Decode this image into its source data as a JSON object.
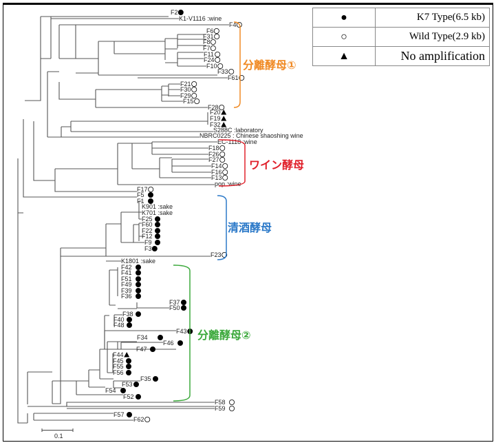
{
  "figure": {
    "type": "phylogenetic-tree",
    "scale_bar_label": "0.1"
  },
  "legend": [
    {
      "marker": "filled-circle",
      "symbol": "●",
      "label": "K7 Type(6.5 kb)"
    },
    {
      "marker": "open-circle",
      "symbol": "○",
      "label": "Wild Type(2.9 kb)"
    },
    {
      "marker": "filled-triangle",
      "symbol": "▲",
      "label": "No amplification"
    }
  ],
  "clades": [
    {
      "label": "分離酵母①",
      "color": "#f08a24"
    },
    {
      "label": "ワイン酵母",
      "color": "#e0202a"
    },
    {
      "label": "清酒酵母",
      "color": "#2a78c8"
    },
    {
      "label": "分離酵母②",
      "color": "#3aa83a"
    }
  ],
  "leaves": [
    {
      "name": "F2",
      "marker": "filled-circle"
    },
    {
      "name": "K1-V1116 :wine",
      "marker": ""
    },
    {
      "name": "F4",
      "marker": "open-circle"
    },
    {
      "name": "F6",
      "marker": "open-circle"
    },
    {
      "name": "F31",
      "marker": "open-circle"
    },
    {
      "name": "F8",
      "marker": "open-circle"
    },
    {
      "name": "F7",
      "marker": "open-circle"
    },
    {
      "name": "F11",
      "marker": "open-circle"
    },
    {
      "name": "F24",
      "marker": "open-circle"
    },
    {
      "name": "F10",
      "marker": "open-circle"
    },
    {
      "name": "F33",
      "marker": "open-circle"
    },
    {
      "name": "F61",
      "marker": "open-circle"
    },
    {
      "name": "F21",
      "marker": "open-circle"
    },
    {
      "name": "F30",
      "marker": "open-circle"
    },
    {
      "name": "F29",
      "marker": "open-circle"
    },
    {
      "name": "F15",
      "marker": "open-circle"
    },
    {
      "name": "F28",
      "marker": "open-circle"
    },
    {
      "name": "F20",
      "marker": "filled-triangle"
    },
    {
      "name": "F19",
      "marker": "filled-triangle"
    },
    {
      "name": "F32",
      "marker": "filled-triangle"
    },
    {
      "name": "S288C :laboratory",
      "marker": ""
    },
    {
      "name": "NBRC0225 : Chinese shaoshing wine",
      "marker": ""
    },
    {
      "name": "EC-1118 :wine",
      "marker": ""
    },
    {
      "name": "F18",
      "marker": "open-circle"
    },
    {
      "name": "F26",
      "marker": "open-circle"
    },
    {
      "name": "F27",
      "marker": "open-circle"
    },
    {
      "name": "F14",
      "marker": "open-circle"
    },
    {
      "name": "F16",
      "marker": "open-circle"
    },
    {
      "name": "F13",
      "marker": "open-circle"
    },
    {
      "name": "pop :wine",
      "marker": ""
    },
    {
      "name": "F17",
      "marker": "open-circle"
    },
    {
      "name": "F5",
      "marker": "filled-circle"
    },
    {
      "name": "F1",
      "marker": "filled-circle"
    },
    {
      "name": "K901 :sake",
      "marker": ""
    },
    {
      "name": "K701 :sake",
      "marker": ""
    },
    {
      "name": "F25",
      "marker": "filled-circle"
    },
    {
      "name": "F60",
      "marker": "filled-circle"
    },
    {
      "name": "F22",
      "marker": "filled-circle"
    },
    {
      "name": "F12",
      "marker": "filled-circle"
    },
    {
      "name": "F9",
      "marker": "filled-circle"
    },
    {
      "name": "F3",
      "marker": "filled-circle"
    },
    {
      "name": "F23",
      "marker": "open-circle"
    },
    {
      "name": "K1801 :sake",
      "marker": ""
    },
    {
      "name": "F42",
      "marker": "filled-circle"
    },
    {
      "name": "F41",
      "marker": "filled-circle"
    },
    {
      "name": "F51",
      "marker": "filled-circle"
    },
    {
      "name": "F49",
      "marker": "filled-circle"
    },
    {
      "name": "F39",
      "marker": "filled-circle"
    },
    {
      "name": "F36",
      "marker": "filled-circle"
    },
    {
      "name": "F37",
      "marker": "filled-circle"
    },
    {
      "name": "F50",
      "marker": "filled-circle"
    },
    {
      "name": "F38",
      "marker": "filled-circle"
    },
    {
      "name": "F40",
      "marker": "filled-circle"
    },
    {
      "name": "F48",
      "marker": "filled-circle"
    },
    {
      "name": "F43",
      "marker": "filled-circle"
    },
    {
      "name": "F34",
      "marker": "filled-circle"
    },
    {
      "name": "F46",
      "marker": "filled-circle"
    },
    {
      "name": "F47",
      "marker": "filled-circle"
    },
    {
      "name": "F44",
      "marker": "filled-triangle"
    },
    {
      "name": "F45",
      "marker": "filled-circle"
    },
    {
      "name": "F55",
      "marker": "filled-circle"
    },
    {
      "name": "F56",
      "marker": "filled-circle"
    },
    {
      "name": "F35",
      "marker": "filled-circle"
    },
    {
      "name": "F53",
      "marker": "filled-circle"
    },
    {
      "name": "F54",
      "marker": "filled-circle"
    },
    {
      "name": "F52",
      "marker": "filled-circle"
    },
    {
      "name": "F58",
      "marker": "open-circle"
    },
    {
      "name": "F59",
      "marker": "open-circle"
    },
    {
      "name": "F57",
      "marker": "filled-circle"
    },
    {
      "name": "F62",
      "marker": "open-circle"
    }
  ]
}
